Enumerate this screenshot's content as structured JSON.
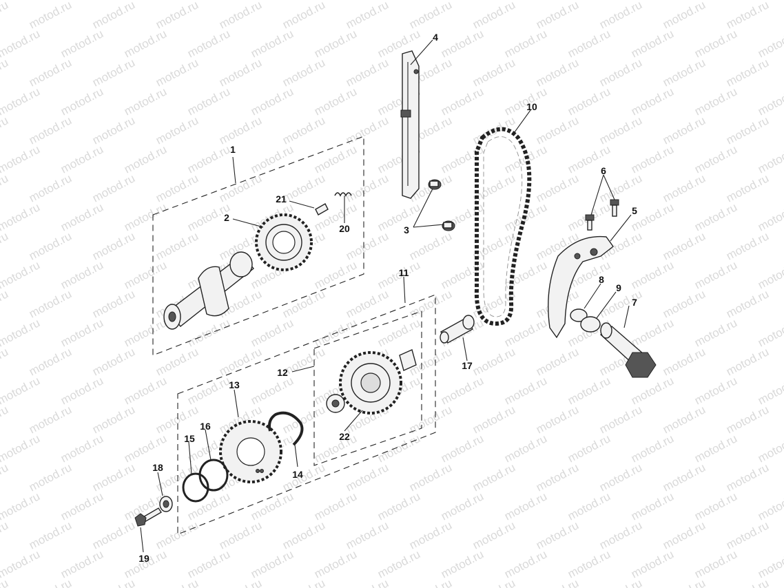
{
  "watermark": "motod.ru",
  "callouts": {
    "c1": "1",
    "c2": "2",
    "c3": "3",
    "c4": "4",
    "c5": "5",
    "c6": "6",
    "c7": "7",
    "c8": "8",
    "c9": "9",
    "c10": "10",
    "c11": "11",
    "c12": "12",
    "c13": "13",
    "c14": "14",
    "c15": "15",
    "c16": "16",
    "c17": "17",
    "c18": "18",
    "c19": "19",
    "c20": "20",
    "c21": "21",
    "c22": "22"
  }
}
